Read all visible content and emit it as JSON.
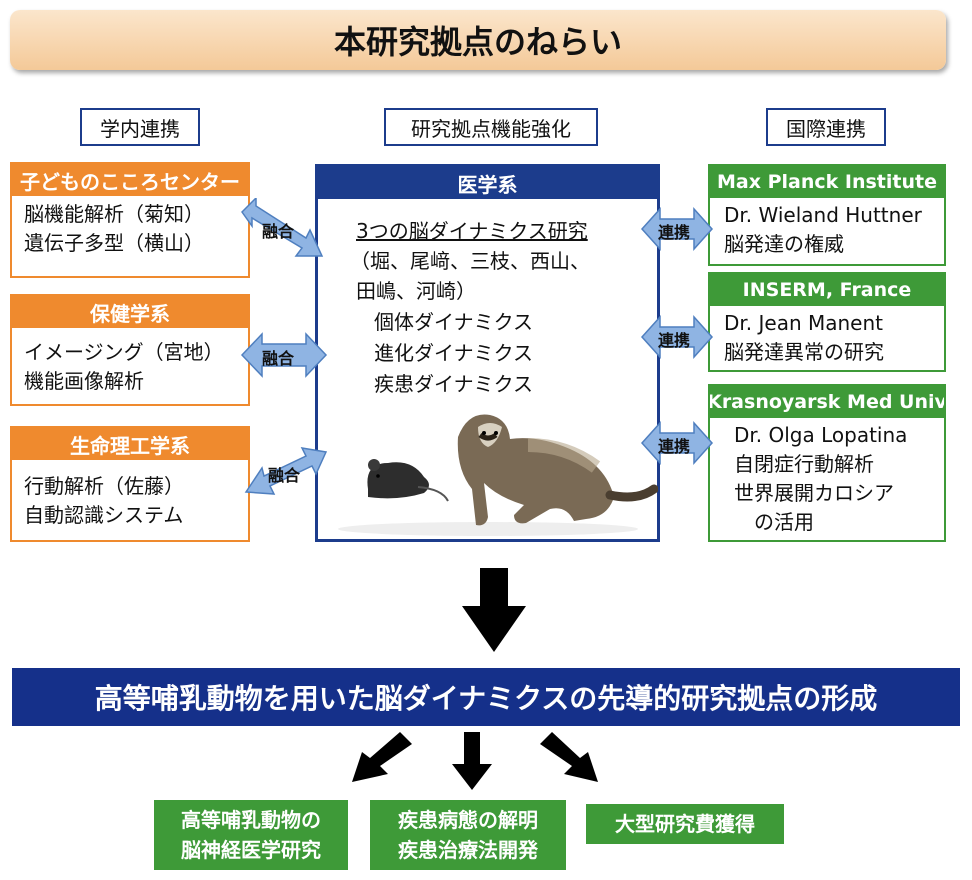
{
  "title": "本研究拠点のねらい",
  "columns": {
    "left": "学内連携",
    "center": "研究拠点機能強化",
    "right": "国際連携"
  },
  "left_boxes": [
    {
      "header": "子どものこころセンター",
      "lines": [
        "脳機能解析（菊知）",
        "遺伝子多型（横山）"
      ],
      "arrow_label": "融合"
    },
    {
      "header": "保健学系",
      "lines": [
        "イメージング（宮地）",
        "機能画像解析"
      ],
      "arrow_label": "融合"
    },
    {
      "header": "生命理工学系",
      "lines": [
        "行動解析（佐藤）",
        "自動認識システム"
      ],
      "arrow_label": "融合"
    }
  ],
  "center_box": {
    "header": "医学系",
    "lines": [
      "3つの脳ダイナミクス研究",
      "（堀、尾﨑、三枝、西山、",
      "田嶋、河崎）",
      "個体ダイナミクス",
      "進化ダイナミクス",
      "疾患ダイナミクス"
    ]
  },
  "right_boxes": [
    {
      "header": "Max Planck Institute",
      "lines": [
        "Dr. Wieland Huttner",
        "脳発達の権威"
      ],
      "arrow_label": "連携"
    },
    {
      "header": "INSERM, France",
      "lines": [
        "Dr. Jean Manent",
        "脳発達異常の研究"
      ],
      "arrow_label": "連携"
    },
    {
      "header": "Krasnoyarsk Med Univ",
      "lines": [
        "Dr. Olga Lopatina",
        "自閉症行動解析",
        "世界展開カロシア",
        "の活用"
      ],
      "arrow_label": "連携"
    }
  ],
  "banner": "高等哺乳動物を用いた脳ダイナミクスの先導的研究拠点の形成",
  "outcomes": [
    {
      "lines": [
        "高等哺乳動物の",
        "脳神経医学研究"
      ]
    },
    {
      "lines": [
        "疾患病態の解明",
        "疾患治療法開発"
      ]
    },
    {
      "lines": [
        "大型研究費獲得"
      ]
    }
  ],
  "colors": {
    "orange": "#ef8a2e",
    "green": "#3e9a38",
    "navy": "#1c3c8c",
    "arrow_blue": "#8fb4e3"
  }
}
